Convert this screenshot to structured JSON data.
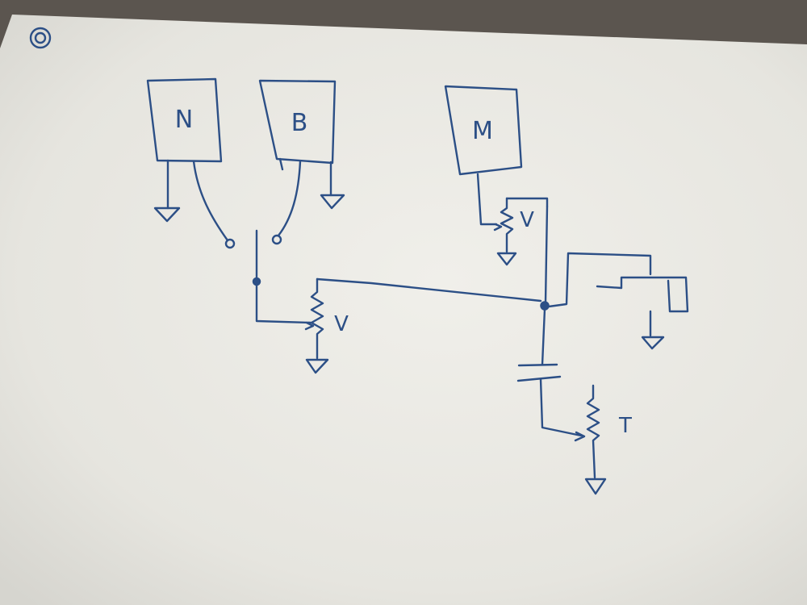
{
  "diagram": {
    "blocks": [
      {
        "id": "N",
        "label": "N"
      },
      {
        "id": "B",
        "label": "B"
      },
      {
        "id": "M",
        "label": "M"
      }
    ],
    "pots": [
      {
        "id": "pot-1",
        "label": "V"
      },
      {
        "id": "pot-2",
        "label": "V"
      },
      {
        "id": "pot-3",
        "label": "T"
      }
    ]
  },
  "colors": {
    "ink": "#2c4f86",
    "paper": "#ecebe6",
    "background": "#5b554f"
  }
}
